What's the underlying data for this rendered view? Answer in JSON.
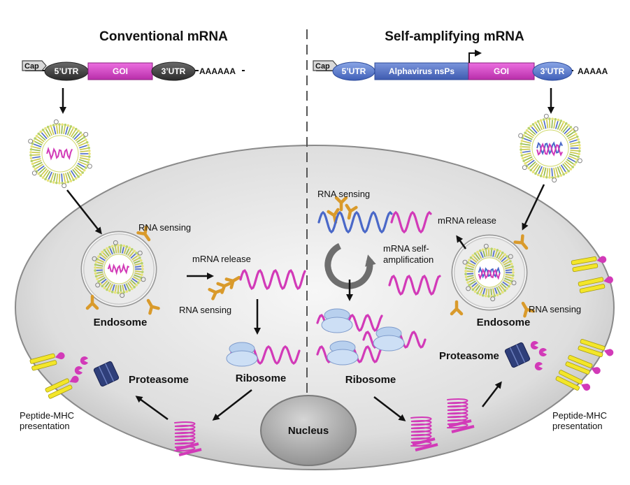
{
  "panels": {
    "conventional": {
      "title": "Conventional mRNA",
      "construct": {
        "cap": "Cap",
        "utr5": "5’UTR",
        "goi": "GOI",
        "utr3": "3’UTR",
        "polyA": "AAAAAA"
      },
      "rna_sensing_top": "RNA sensing",
      "mrna_release": "mRNA release",
      "rna_sensing_bottom": "RNA sensing",
      "endosome": "Endosome",
      "ribosome": "Ribosome",
      "proteasome": "Proteasome",
      "peptide_mhc": [
        "Peptide-MHC",
        "presentation"
      ]
    },
    "self_amplifying": {
      "title": "Self-amplifying mRNA",
      "construct": {
        "cap": "Cap",
        "utr5": "5’UTR",
        "nsps": "Alphavirus nsPs",
        "goi": "GOI",
        "utr3": "3’UTR",
        "polyA": "AAAAA"
      },
      "rna_sensing_top": "RNA sensing",
      "mrna_release": "mRNA release",
      "self_amplification": [
        "mRNA self-",
        "amplification"
      ],
      "rna_sensing_right": "RNA sensing",
      "endosome": "Endosome",
      "ribosome": "Ribosome",
      "proteasome": "Proteasome",
      "peptide_mhc": [
        "Peptide-MHC",
        "presentation"
      ]
    }
  },
  "nucleus": "Nucleus",
  "colors": {
    "utr": "#3a3a3a",
    "goi": "#d63fc8",
    "nsps": "#4f6fc4",
    "utr_sa": "#5a7fd0",
    "mrna": "#d23ab8",
    "mrna_blue": "#4a68c8",
    "receptor": "#d99a2b",
    "ribosome": "#b8d0ee",
    "proteasome": "#2f3f7a",
    "mhc": "#f3e62a",
    "cell": "#dcdcdc"
  },
  "icons": [
    "lipid-nanoparticle-icon",
    "endosome-icon",
    "ribosome-icon",
    "proteasome-icon",
    "mhc-receptor-icon",
    "protein-icon",
    "amplification-arrow-icon"
  ]
}
